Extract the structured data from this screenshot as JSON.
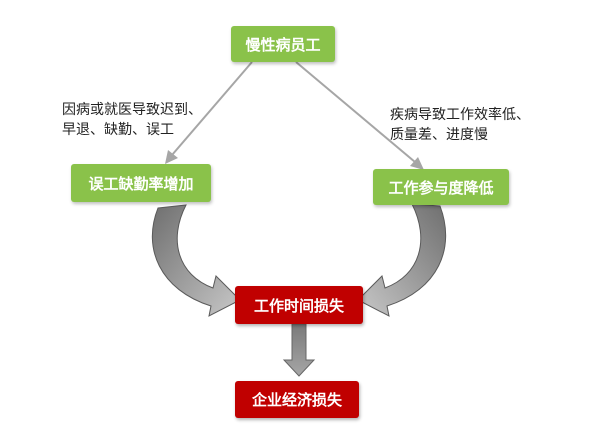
{
  "nodes": {
    "root": "慢性病员工",
    "left": "误工缺勤率增加",
    "right": "工作参与度降低",
    "middle": "工作时间损失",
    "bottom": "企业经济损失"
  },
  "notes": {
    "left": [
      "因病或就医导致迟到、",
      "早退、缺勤、误工"
    ],
    "right": [
      "疾病导致工作效率低、",
      "质量差、进度慢"
    ]
  },
  "colors": {
    "green": "#8ac24a",
    "red": "#c00000",
    "arrow": "#a6a6a6"
  }
}
